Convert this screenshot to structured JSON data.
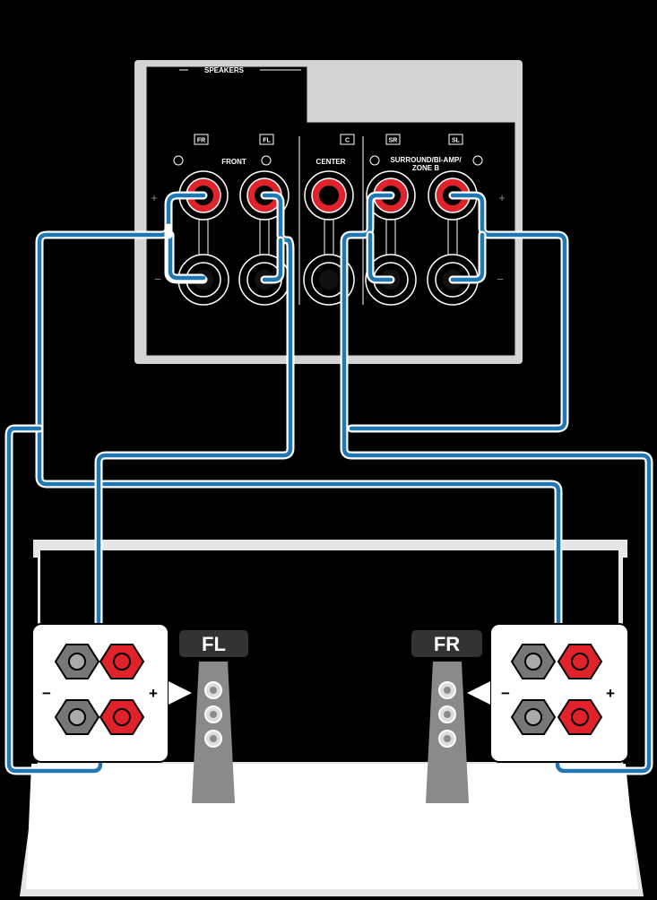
{
  "receiver": {
    "section_label": "SPEAKERS",
    "channel_badges": [
      "FR",
      "FL",
      "C",
      "SR",
      "SL"
    ],
    "group_labels": {
      "front": "FRONT",
      "center": "CENTER",
      "surround_line1": "SURROUND/BI-AMP/",
      "surround_line2": "ZONE B"
    },
    "plus_sign": "+",
    "minus_sign": "−"
  },
  "speakers": [
    {
      "label": "FL",
      "plus_sign": "+",
      "minus_sign": "−"
    },
    {
      "label": "FR",
      "plus_sign": "+",
      "minus_sign": "−"
    }
  ],
  "colors": {
    "wire": "#1f78b4",
    "terminal_positive": "#e0222a",
    "terminal_negative": "#777777",
    "panel": "#d4d4d4"
  }
}
